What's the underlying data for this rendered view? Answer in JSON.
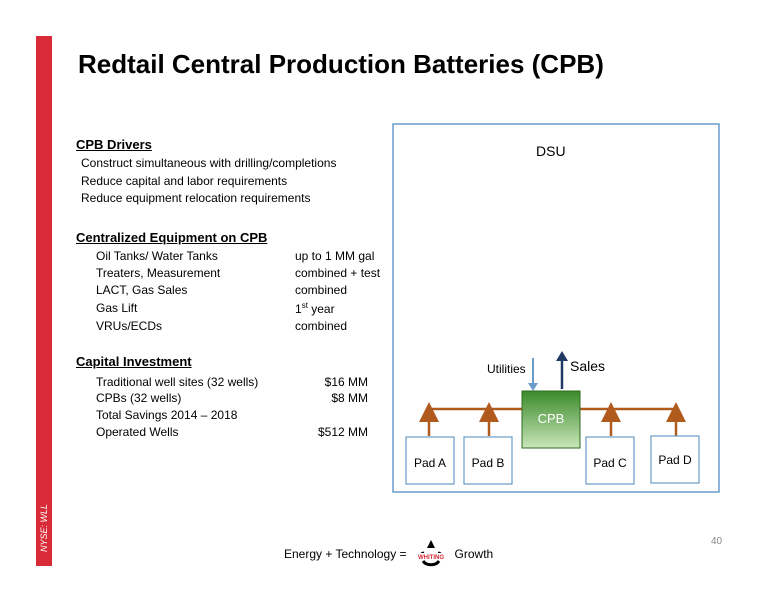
{
  "slide": {
    "title": "Redtail Central Production Batteries (CPB)",
    "side_label": "NYSE: WLL",
    "page_number": "40"
  },
  "drivers": {
    "heading": "CPB Drivers",
    "items": [
      "Construct simultaneous with drilling/completions",
      "Reduce capital and labor requirements",
      "Reduce equipment relocation requirements"
    ]
  },
  "equipment": {
    "heading": "Centralized Equipment on CPB",
    "rows": [
      {
        "label": "Oil Tanks/ Water Tanks",
        "value": "up to 1 MM gal"
      },
      {
        "label": "Treaters, Measurement",
        "value": "combined + test"
      },
      {
        "label": "LACT, Gas Sales",
        "value": "combined"
      },
      {
        "label": "Gas Lift",
        "value": "1",
        "sup": "st",
        "value_tail": " year"
      },
      {
        "label": "VRUs/ECDs",
        "value": "combined"
      }
    ]
  },
  "investment": {
    "heading": "Capital Investment",
    "rows": [
      {
        "label": "Traditional well sites (32 wells)",
        "value": "$16 MM"
      },
      {
        "label": "CPBs (32 wells)",
        "value": "$8 MM"
      },
      {
        "label": "Total Savings 2014 – 2018",
        "value": ""
      },
      {
        "label": "Operated Wells",
        "value": "$512 MM"
      }
    ]
  },
  "diagram": {
    "dsu_label": "DSU",
    "cpb_label": "CPB",
    "utilities_label": "Utilities",
    "sales_label": "Sales",
    "pads": [
      "Pad A",
      "Pad B",
      "Pad C",
      "Pad D"
    ],
    "colors": {
      "frame": "#6b9bc8",
      "pipe": "#b05a1e",
      "cpb_top": "#3b8a2a",
      "cpb_bottom": "#c8e6b8",
      "sales_arrow": "#1f3864",
      "utilities_arrow": "#6b9bc8"
    }
  },
  "footer": {
    "left": "Energy + Technology =",
    "logo_text": "WHITING",
    "right": "Growth"
  }
}
